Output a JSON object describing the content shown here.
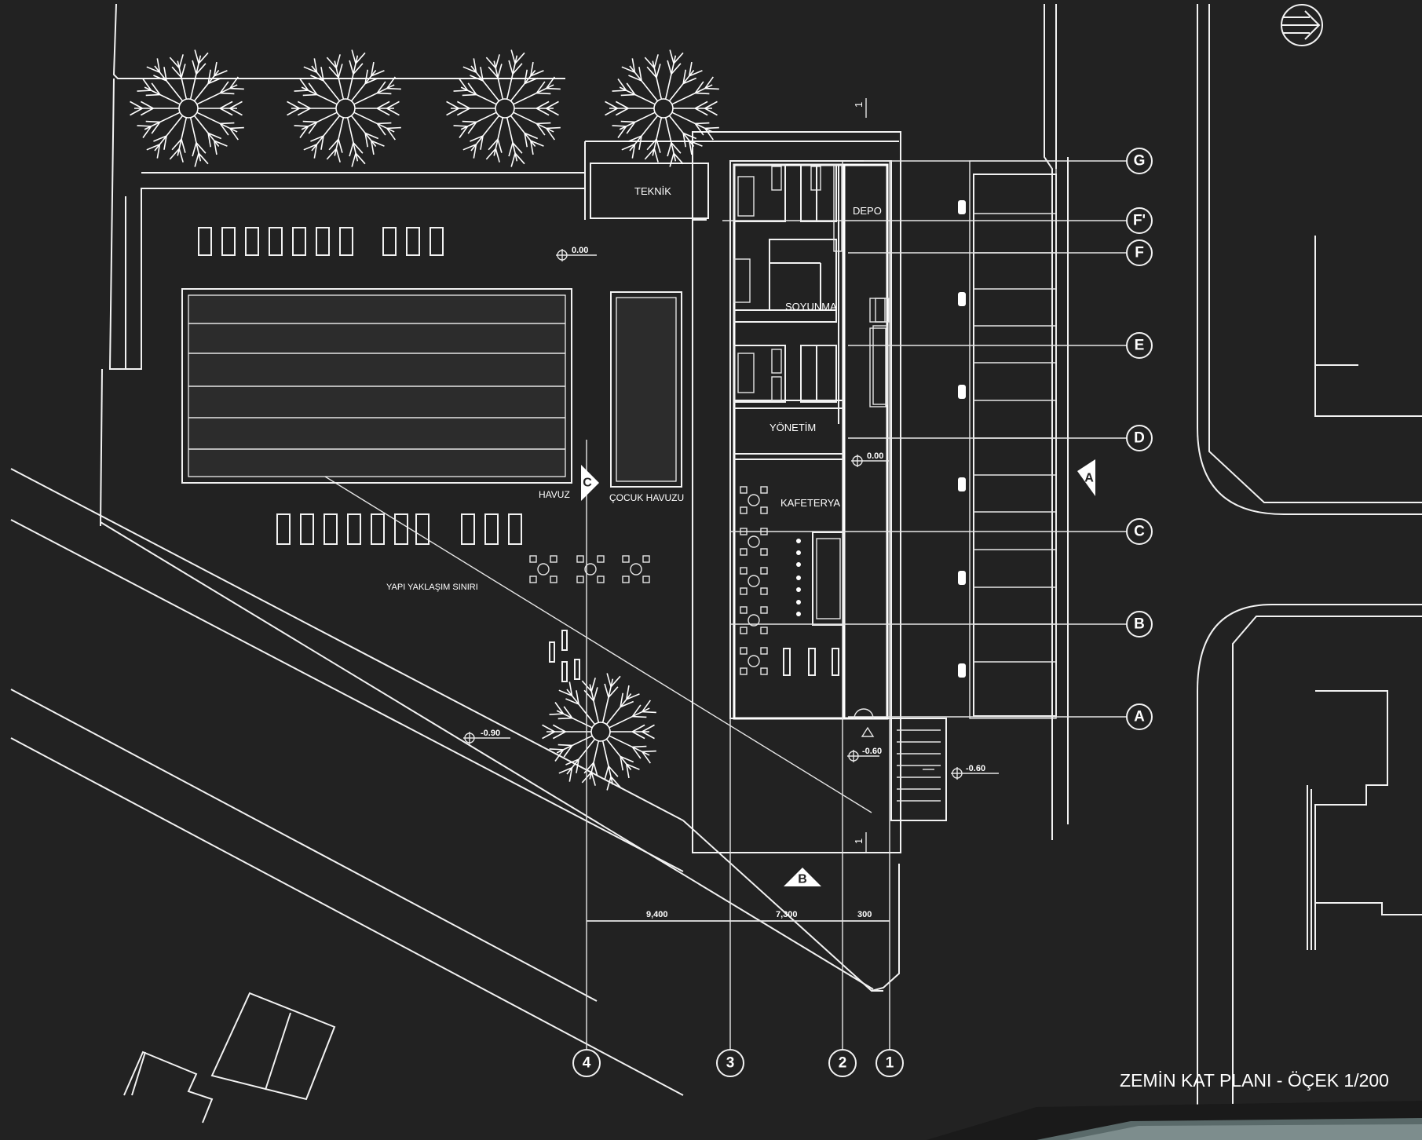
{
  "drawing": {
    "title": "ZEMİN KAT PLANI - ÖÇEK 1/200"
  },
  "rooms": {
    "teknik": "TEKNİK",
    "depo": "DEPO",
    "soyunma": "SOYUNMA",
    "yonetim": "YÖNETİM",
    "kafeterya": "KAFETERYA",
    "havuz": "HAVUZ",
    "cocuk_havuzu": "ÇOCUK HAVUZU",
    "yapi_siniri": "YAPI YAKLAŞIM SINIRI"
  },
  "grid_axes": {
    "rows": [
      "G",
      "F'",
      "F",
      "E",
      "D",
      "C",
      "B",
      "A"
    ],
    "columns": [
      "4",
      "3",
      "2",
      "1"
    ]
  },
  "dimensions": [
    "9,400",
    "7,300",
    "300"
  ],
  "levels": [
    "0.00",
    "0.00",
    "-0.90",
    "-0.60",
    "-0.60"
  ],
  "section_marks": {
    "a": "A",
    "b": "B",
    "c": "C",
    "section_1_top": "1",
    "section_1_bottom": "1"
  },
  "colors": {
    "background": "#222222",
    "linework": "#ffffff"
  }
}
